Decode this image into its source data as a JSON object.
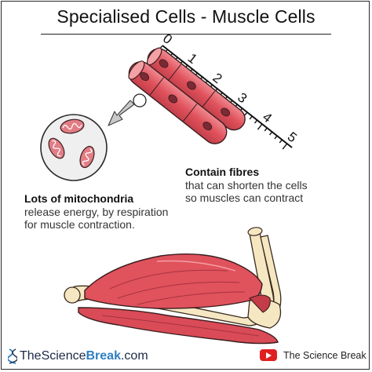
{
  "title": "Specialised Cells - Muscle Cells",
  "ruler": {
    "ticks": [
      "0",
      "1",
      "2",
      "3",
      "4",
      "5"
    ]
  },
  "labels": {
    "fibres": {
      "heading": "Contain fibres",
      "body": [
        "that can shorten the cells",
        "so muscles can contract"
      ]
    },
    "mitochondria": {
      "heading": "Lots of mitochondria",
      "body": [
        "release energy, by respiration",
        "for muscle contraction."
      ]
    }
  },
  "footer": {
    "brand_prefix": "TheScience",
    "brand_bold": "Break",
    "brand_suffix": ".com",
    "youtube_label": "The Science Break"
  },
  "colors": {
    "muscle": "#e0525c",
    "muscle_dark": "#b83a45",
    "bone": "#f6e7c3",
    "brand_blue": "#2f7fc0",
    "youtube_red": "#e02020"
  },
  "icons": [
    "dna-icon",
    "youtube-play-icon"
  ]
}
